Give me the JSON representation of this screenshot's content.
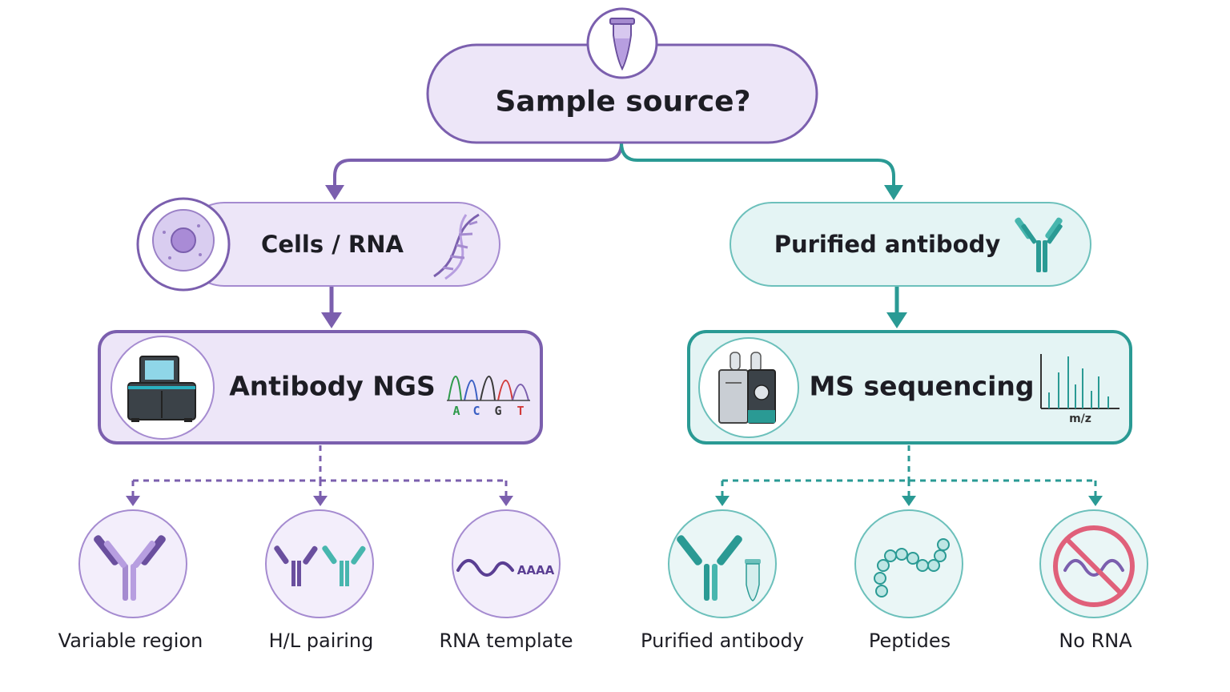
{
  "root": {
    "label": "Sample source?"
  },
  "left": {
    "label": "Cells / RNA",
    "method": "Antibody NGS",
    "bases": [
      "A",
      "C",
      "G",
      "T"
    ],
    "leaves": [
      "Variable region",
      "H/L pairing",
      "RNA template"
    ],
    "polyA": "AAAA"
  },
  "right": {
    "label": "Purified antibody",
    "method": "MS sequencing",
    "spectrum_axis": "m/z",
    "leaves": [
      "Purified antibody",
      "Peptides",
      "No RNA"
    ]
  },
  "colors": {
    "purple": "#7b5fae",
    "purple_light": "#ede6f8",
    "teal": "#2a9a94",
    "teal_light": "#e4f4f4",
    "red": "#e0607a"
  },
  "icons": {
    "root": "tube-icon",
    "cells": "cell-icon",
    "dna": "dna-helix-icon",
    "ngs": "sequencer-icon",
    "chromatogram": "chromatogram-icon",
    "antibody": "antibody-icon",
    "ms": "mass-spectrometer-icon",
    "spectrum": "mass-spectrum-icon",
    "peptides": "peptide-chain-icon",
    "no_rna": "no-rna-icon"
  }
}
